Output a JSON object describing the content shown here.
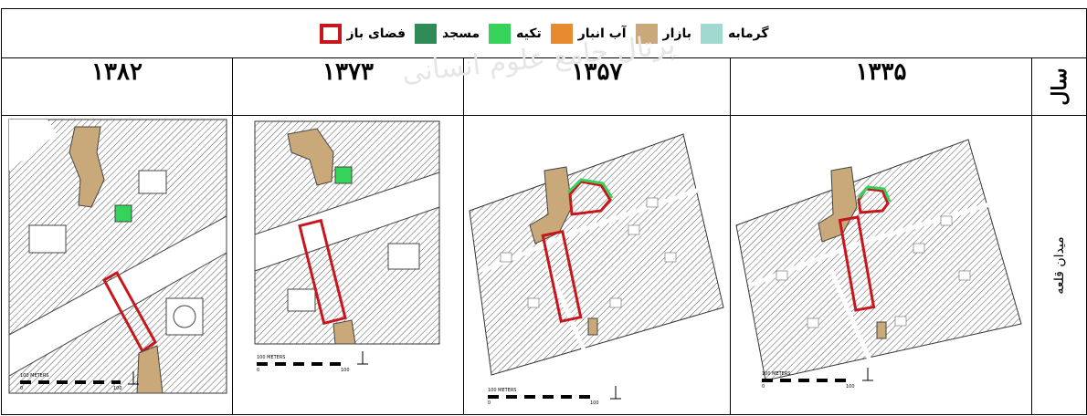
{
  "caption": "",
  "row_labels": {
    "year": "سال",
    "place": "میدان قلعه"
  },
  "legend": [
    {
      "label": "گرمابه",
      "color": "#9fd9cf",
      "swatch": "fill",
      "icon": "bathhouse-swatch"
    },
    {
      "label": "بازار",
      "color": "#c9a979",
      "swatch": "fill",
      "icon": "bazaar-swatch"
    },
    {
      "label": "آب انبار",
      "color": "#e88a2f",
      "swatch": "fill",
      "icon": "water-reservoir-swatch"
    },
    {
      "label": "تکیه",
      "color": "#35d35a",
      "swatch": "fill",
      "icon": "takieh-swatch"
    },
    {
      "label": "مسجد",
      "color": "#2e8b57",
      "swatch": "fill",
      "icon": "mosque-swatch"
    },
    {
      "label": "فضای باز",
      "color": "#c8161d",
      "swatch": "outline",
      "icon": "open-space-swatch"
    }
  ],
  "years": [
    "۱۳۸۲",
    "۱۳۷۳",
    "۱۳۵۷",
    "۱۳۳۵"
  ],
  "scale_label": "100 METERS",
  "scale_end": "100",
  "scale_start": "0",
  "watermark": "پرتال جامع علوم انسانی"
}
